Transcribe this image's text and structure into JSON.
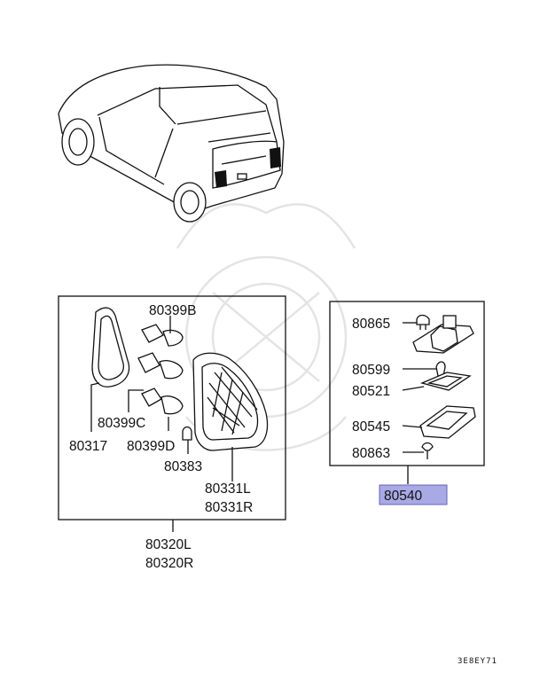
{
  "diagram": {
    "labels": {
      "p80399B": "80399B",
      "p80399C": "80399C",
      "p80399D": "80399D",
      "p80317": "80317",
      "p80383": "80383",
      "p80331L": "80331L",
      "p80331R": "80331R",
      "p80320L": "80320L",
      "p80320R": "80320R",
      "p80865": "80865",
      "p80599": "80599",
      "p80521": "80521",
      "p80545": "80545",
      "p80863": "80863",
      "p80540": "80540"
    },
    "diagram_code": "3E8EY71",
    "colors": {
      "highlight_fill": "#a9a9e6",
      "highlight_stroke": "#6464b4",
      "watermark": "#e4e4e4",
      "line": "#111111"
    }
  }
}
